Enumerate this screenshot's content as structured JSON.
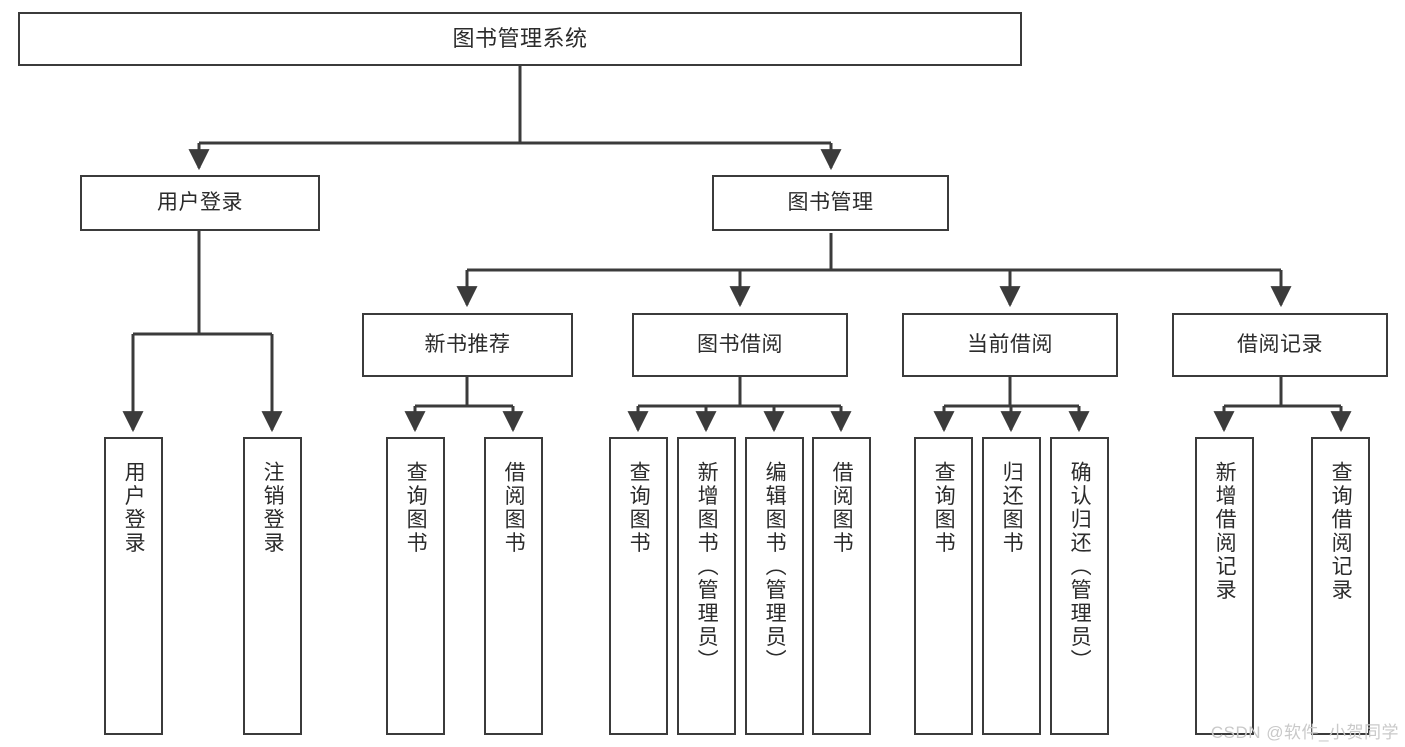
{
  "diagram": {
    "type": "tree-hierarchy",
    "title": "图书管理系统",
    "watermark": "CSDN @软件_小贺同学",
    "colors": {
      "box_border": "#3b3b3b",
      "connector": "#3b3b3b",
      "background": "#ffffff",
      "text": "#2b2b2b",
      "watermark": "#c9c9c9"
    },
    "levels": {
      "root": {
        "label": "图书管理系统"
      },
      "level2": [
        {
          "label": "用户登录"
        },
        {
          "label": "图书管理"
        }
      ],
      "level3": [
        {
          "label": "新书推荐"
        },
        {
          "label": "图书借阅"
        },
        {
          "label": "当前借阅"
        },
        {
          "label": "借阅记录"
        }
      ],
      "leaves": {
        "user_login": [
          {
            "label": "用户登录"
          },
          {
            "label": "注销登录"
          }
        ],
        "new_book_recommend": [
          {
            "label": "查询图书"
          },
          {
            "label": "借阅图书"
          }
        ],
        "book_borrow": [
          {
            "label": "查询图书"
          },
          {
            "label": "新增图书（管理员）"
          },
          {
            "label": "编辑图书（管理员）"
          },
          {
            "label": "借阅图书"
          }
        ],
        "current_borrow": [
          {
            "label": "查询图书"
          },
          {
            "label": "归还图书"
          },
          {
            "label": "确认归还（管理员）"
          }
        ],
        "borrow_record": [
          {
            "label": "新增借阅记录"
          },
          {
            "label": "查询借阅记录"
          }
        ]
      }
    }
  }
}
